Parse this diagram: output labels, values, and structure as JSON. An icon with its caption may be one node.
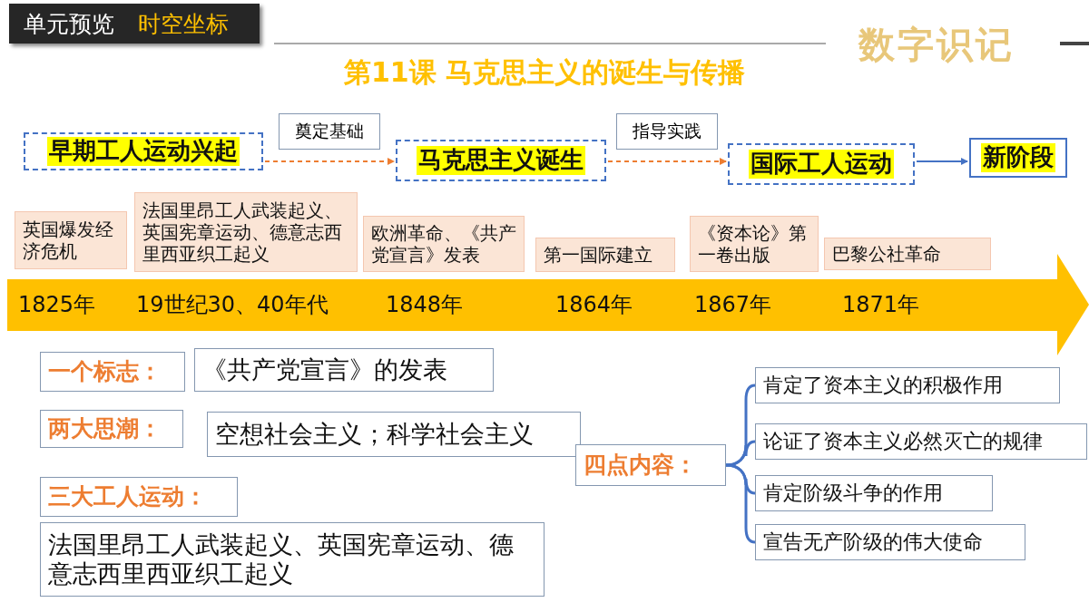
{
  "diagram": {
    "title": "第11课 马克思主义的诞生与传播",
    "nodes": [
      {
        "text": [
          "早期工人运动兴起"
        ]
      },
      {
        "text": [
          "马克思主义诞生"
        ]
      },
      {
        "text": [
          "国际工人运动"
        ]
      },
      {
        "text": [
          "新阶段"
        ]
      },
      {
        "text": [
          "英国爆发经济危机"
        ]
      },
      {
        "text": [
          "法国里昂工人武装起义、英国宪章运动、德意志西里西亚织工起义"
        ]
      },
      {
        "text": [
          "欧洲革命、《共产党宣言》发表"
        ]
      },
      {
        "text": [
          "第一国际建立"
        ]
      },
      {
        "text": [
          "《资本论》第一卷出版"
        ]
      },
      {
        "text": [
          "巴黎公社革命"
        ]
      },
      {
        "text": [
          "一个标志："
        ]
      },
      {
        "text": [
          "《共产党宣言》的发表"
        ]
      },
      {
        "text": [
          "两大思潮："
        ]
      },
      {
        "text": [
          "空想社会主义；科学社会主义"
        ]
      },
      {
        "text": [
          "三大工人运动："
        ]
      },
      {
        "text": [
          "法国里昂工人武装起义、英国宪章运动、德意志西里西亚织工起义"
        ]
      },
      {
        "text": [
          "四点内容："
        ]
      },
      {
        "text": [
          "肯定了资本主义的积极作用"
        ]
      },
      {
        "text": [
          "论证了资本主义必然灭亡的规律"
        ]
      },
      {
        "text": [
          "肯定阶级斗争的作用"
        ]
      },
      {
        "text": [
          "宣告无产阶级的伟大使命"
        ]
      }
    ],
    "edges": [
      {
        "from": 0,
        "to": 1,
        "arrow": "to",
        "label": "奠定基础",
        "style": "dashed",
        "color": "#ed7d31"
      },
      {
        "from": 1,
        "to": 2,
        "arrow": "to",
        "label": "指导实践",
        "style": "dashed",
        "color": "#ed7d31"
      },
      {
        "from": 2,
        "to": 3,
        "arrow": "to"
      },
      {
        "from": 16,
        "to": 17,
        "arrow": "none"
      },
      {
        "from": 16,
        "to": 18,
        "arrow": "none"
      },
      {
        "from": 16,
        "to": 19,
        "arrow": "none"
      },
      {
        "from": 16,
        "to": 20,
        "arrow": "none"
      }
    ],
    "labels": [
      "单元预览",
      "时空坐标",
      "数字识记",
      "1825年",
      "19世纪30、40年代",
      "1848年",
      "1864年",
      "1867年",
      "1871年"
    ]
  }
}
